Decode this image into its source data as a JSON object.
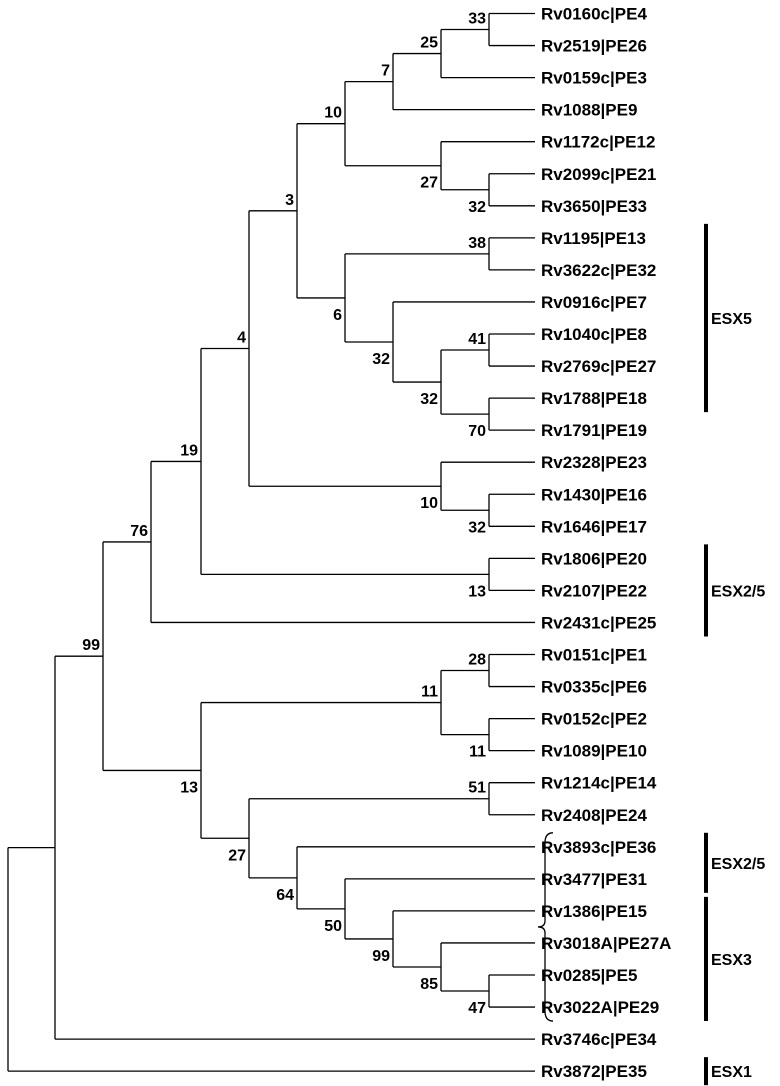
{
  "tree": {
    "leaves": [
      "Rv0160c|PE4",
      "Rv2519|PE26",
      "Rv0159c|PE3",
      "Rv1088|PE9",
      "Rv1172c|PE12",
      "Rv2099c|PE21",
      "Rv3650|PE33",
      "Rv1195|PE13",
      "Rv3622c|PE32",
      "Rv0916c|PE7",
      "Rv1040c|PE8",
      "Rv2769c|PE27",
      "Rv1788|PE18",
      "Rv1791|PE19",
      "Rv2328|PE23",
      "Rv1430|PE16",
      "Rv1646|PE17",
      "Rv1806|PE20",
      "Rv2107|PE22",
      "Rv2431c|PE25",
      "Rv0151c|PE1",
      "Rv0335c|PE6",
      "Rv0152c|PE2",
      "Rv1089|PE10",
      "Rv1214c|PE14",
      "Rv2408|PE24",
      "Rv3893c|PE36",
      "Rv3477|PE31",
      "Rv1386|PE15",
      "Rv3018A|PE27A",
      "Rv0285|PE5",
      "Rv3022A|PE29",
      "Rv3746c|PE34",
      "Rv3872|PE35"
    ],
    "nodes": [
      {
        "id": "n1",
        "children": [
          "Rv0160c|PE4",
          "Rv2519|PE26"
        ],
        "support": "33"
      },
      {
        "id": "n2",
        "children": [
          "n1",
          "Rv0159c|PE3"
        ],
        "support": "25"
      },
      {
        "id": "n3",
        "children": [
          "n2",
          "Rv1088|PE9"
        ],
        "support": "7"
      },
      {
        "id": "n4",
        "children": [
          "Rv2099c|PE21",
          "Rv3650|PE33"
        ],
        "support": "32"
      },
      {
        "id": "n5",
        "children": [
          "Rv1172c|PE12",
          "n4"
        ],
        "support": "27"
      },
      {
        "id": "n6",
        "children": [
          "n3",
          "n5"
        ],
        "support": "10"
      },
      {
        "id": "n7",
        "children": [
          "Rv1195|PE13",
          "Rv3622c|PE32"
        ],
        "support": "38"
      },
      {
        "id": "n8",
        "children": [
          "Rv1040c|PE8",
          "Rv2769c|PE27"
        ],
        "support": "41"
      },
      {
        "id": "n9",
        "children": [
          "Rv1788|PE18",
          "Rv1791|PE19"
        ],
        "support": "70"
      },
      {
        "id": "n10",
        "children": [
          "n8",
          "n9"
        ],
        "support": "32"
      },
      {
        "id": "n11",
        "children": [
          "Rv0916c|PE7",
          "n10"
        ],
        "support": "32"
      },
      {
        "id": "n12",
        "children": [
          "n7",
          "n11"
        ],
        "support": "6"
      },
      {
        "id": "n13",
        "children": [
          "n6",
          "n12"
        ],
        "support": "3"
      },
      {
        "id": "n14",
        "children": [
          "Rv1430|PE16",
          "Rv1646|PE17"
        ],
        "support": "32"
      },
      {
        "id": "n15",
        "children": [
          "Rv2328|PE23",
          "n14"
        ],
        "support": "10"
      },
      {
        "id": "n16",
        "children": [
          "n13",
          "n15"
        ],
        "support": "4"
      },
      {
        "id": "n17",
        "children": [
          "Rv1806|PE20",
          "Rv2107|PE22"
        ],
        "support": "13"
      },
      {
        "id": "n18",
        "children": [
          "n16",
          "n17"
        ],
        "support": "19"
      },
      {
        "id": "n19",
        "children": [
          "n18",
          "Rv2431c|PE25"
        ],
        "support": "76"
      },
      {
        "id": "n20",
        "children": [
          "Rv0151c|PE1",
          "Rv0335c|PE6"
        ],
        "support": "28"
      },
      {
        "id": "n21",
        "children": [
          "Rv0152c|PE2",
          "Rv1089|PE10"
        ],
        "support": "11"
      },
      {
        "id": "n22",
        "children": [
          "n20",
          "n21"
        ],
        "support": "11"
      },
      {
        "id": "n23",
        "children": [
          "Rv1214c|PE14",
          "Rv2408|PE24"
        ],
        "support": "51"
      },
      {
        "id": "n24",
        "children": [
          "Rv0285|PE5",
          "Rv3022A|PE29"
        ],
        "support": "47"
      },
      {
        "id": "n25",
        "children": [
          "Rv3018A|PE27A",
          "n24"
        ],
        "support": "85"
      },
      {
        "id": "n26",
        "children": [
          "Rv1386|PE15",
          "n25"
        ],
        "support": "99"
      },
      {
        "id": "n27",
        "children": [
          "Rv3477|PE31",
          "n26"
        ],
        "support": "50"
      },
      {
        "id": "n28",
        "children": [
          "Rv3893c|PE36",
          "n27"
        ],
        "support": "64"
      },
      {
        "id": "n29",
        "children": [
          "n23",
          "n28"
        ],
        "support": "27"
      },
      {
        "id": "n30",
        "children": [
          "n22",
          "n29"
        ],
        "support": "13"
      },
      {
        "id": "n31",
        "children": [
          "n19",
          "n30"
        ],
        "support": "99"
      },
      {
        "id": "n32",
        "children": [
          "n31",
          "Rv3746c|PE34"
        ],
        "support": ""
      },
      {
        "id": "root",
        "children": [
          "n32",
          "Rv3872|PE35"
        ],
        "support": ""
      }
    ],
    "groups": [
      {
        "label": "ESX5",
        "from": "Rv1195|PE13",
        "to": "Rv1788|PE18"
      },
      {
        "label": "ESX2/5",
        "from": "Rv1806|PE20",
        "to": "Rv2431c|PE25"
      },
      {
        "label": "ESX2/5",
        "from": "Rv3893c|PE36",
        "to": "Rv3477|PE31"
      },
      {
        "label": "ESX3",
        "from": "Rv1386|PE15",
        "to": "Rv3022A|PE29"
      },
      {
        "label": "ESX1",
        "from": "Rv3872|PE35",
        "to": "Rv3872|PE35"
      }
    ],
    "brace": {
      "from": "Rv3893c|PE36",
      "to": "Rv3022A|PE29"
    }
  }
}
